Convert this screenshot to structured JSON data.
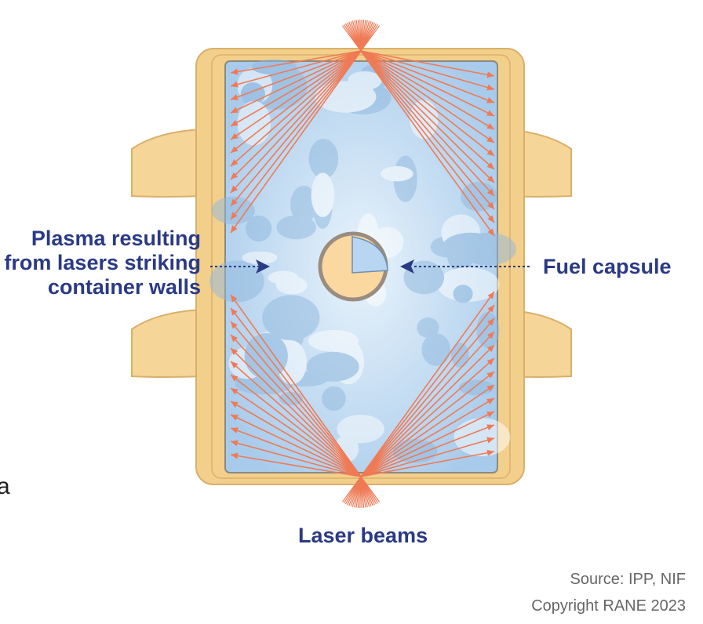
{
  "labels": {
    "plasma": [
      "Plasma resulting",
      "from lasers striking",
      "container walls"
    ],
    "fuel_capsule": "Fuel capsule",
    "laser_beams": "Laser beams"
  },
  "stray_text": "a",
  "footer": {
    "source": "Source: IPP, NIF",
    "copyright": "Copyright RANE 2023"
  },
  "colors": {
    "gold": "#f3cf8c",
    "gold_edge": "#d9b06a",
    "plasma": "#bcd8f0",
    "laser": "#ef7a55",
    "navy": "#2a3a84"
  }
}
